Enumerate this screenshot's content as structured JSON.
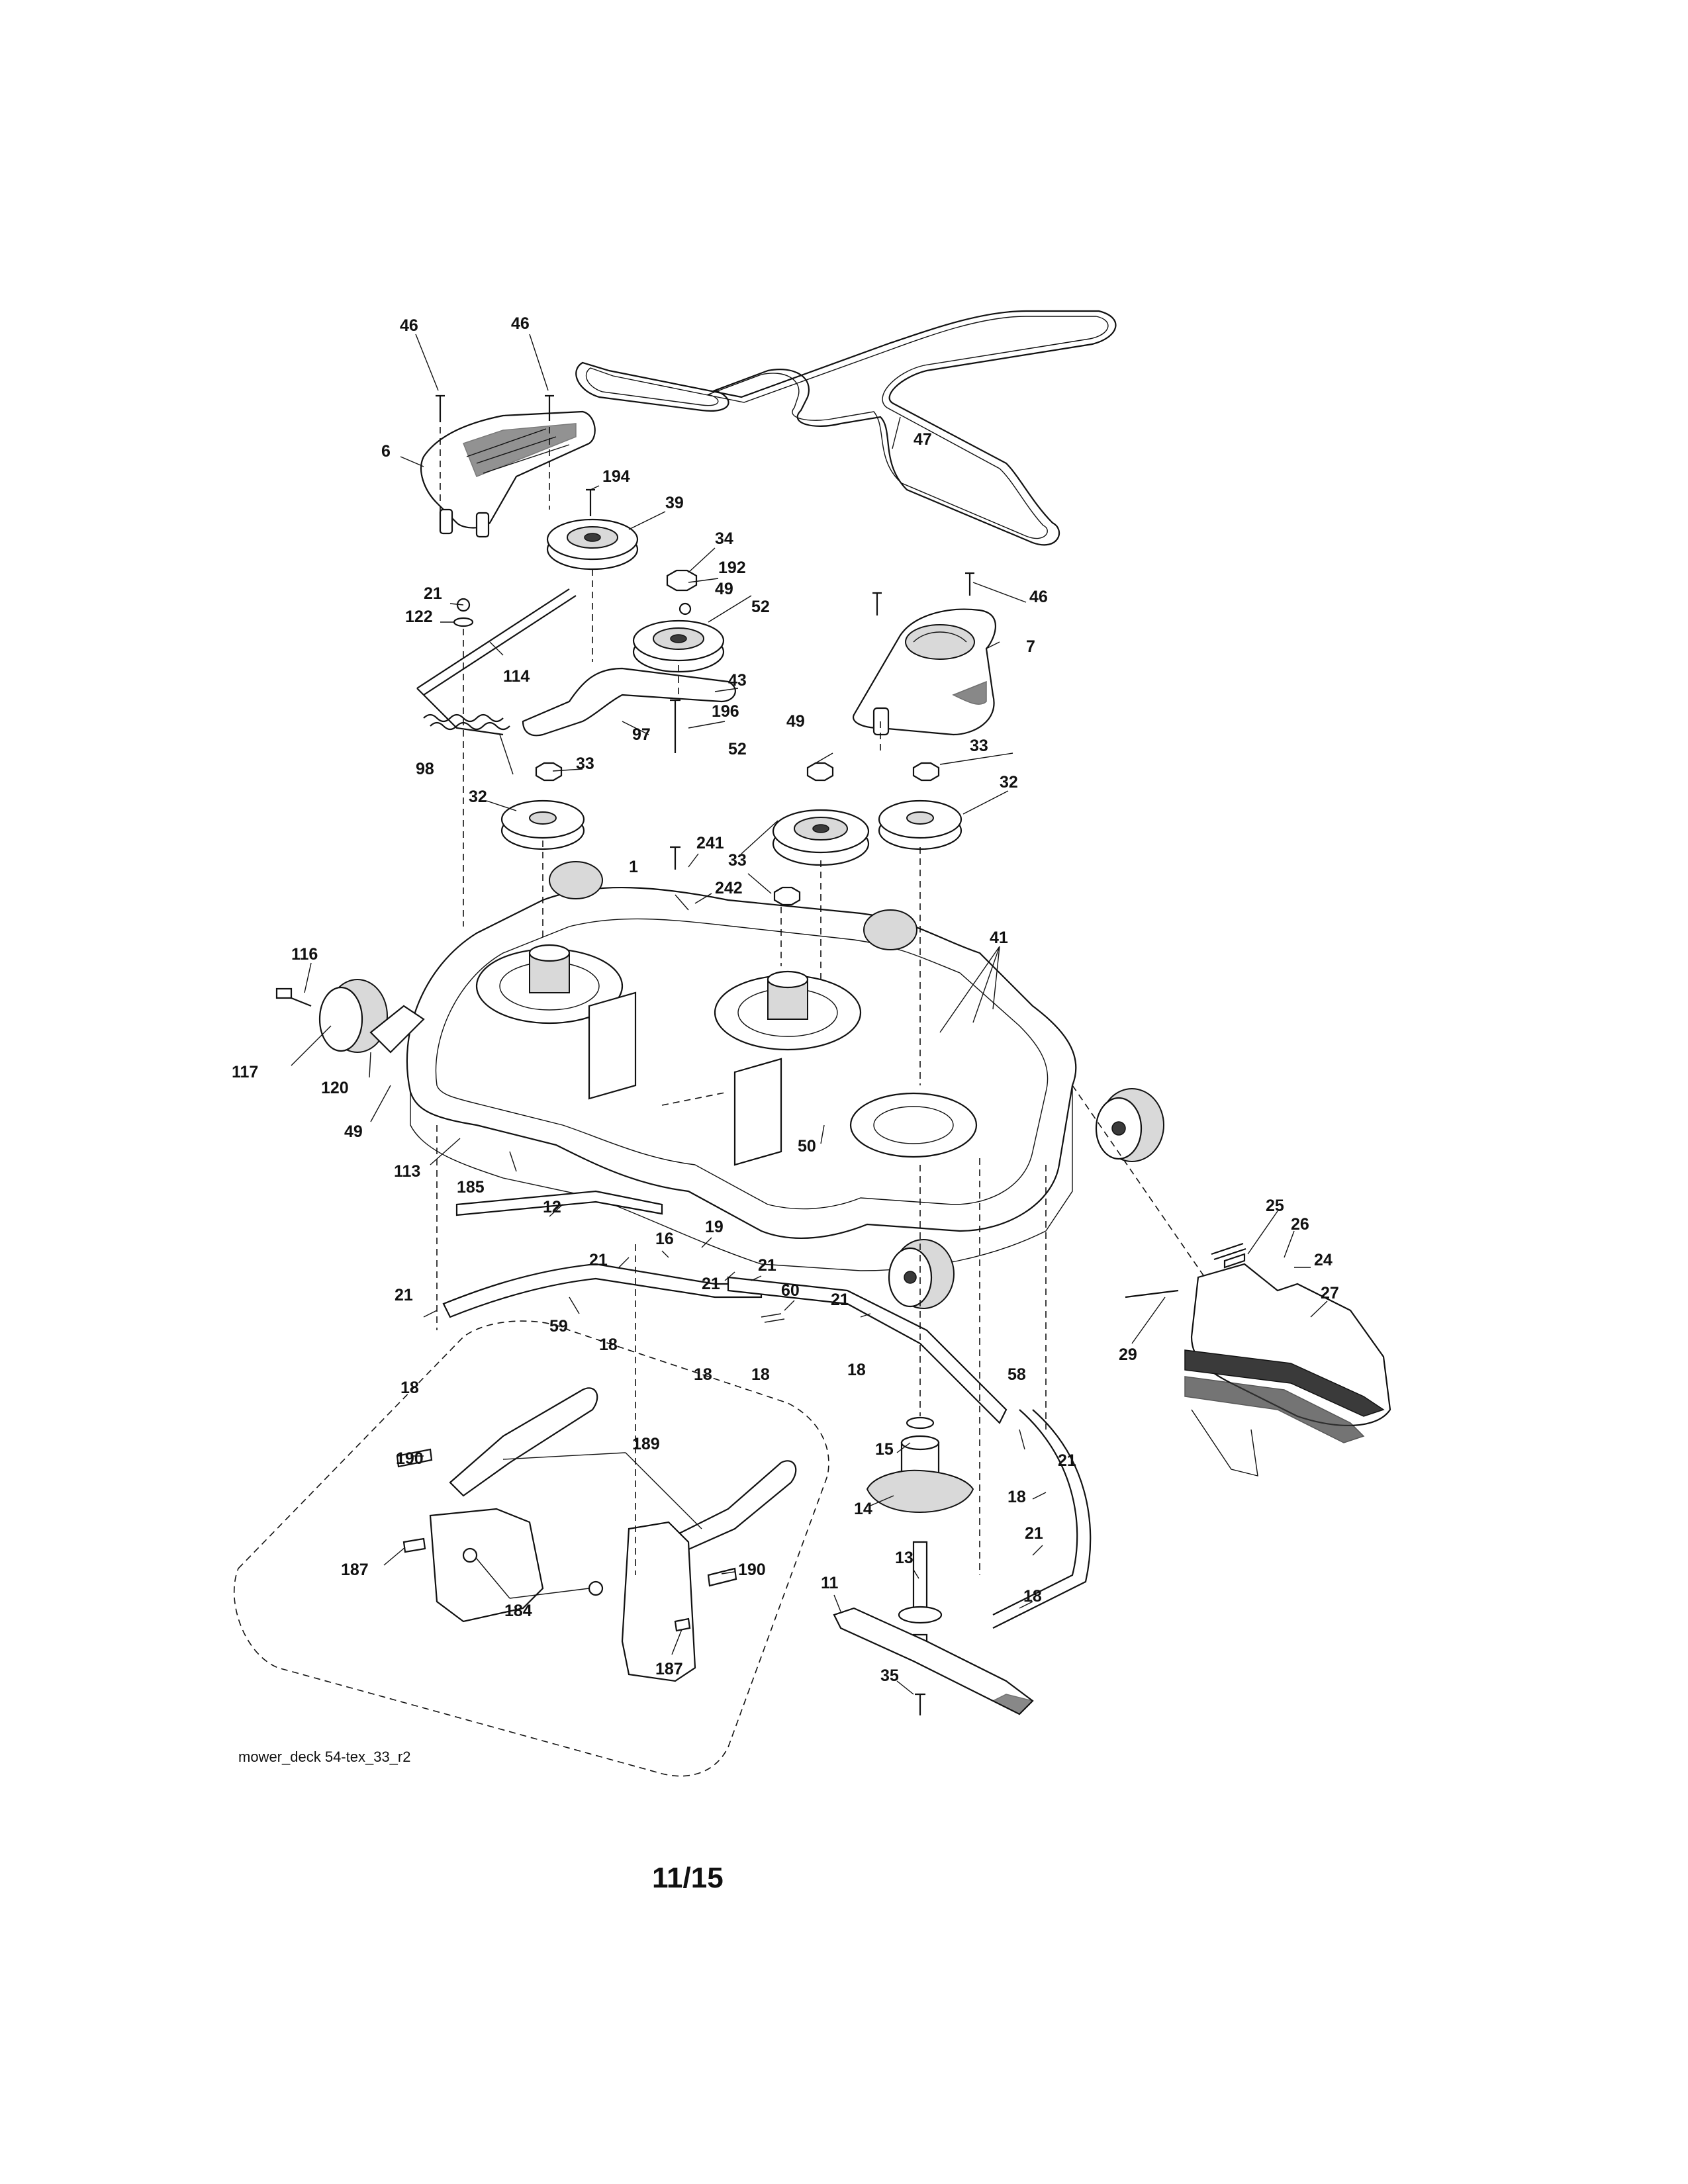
{
  "diagram": {
    "caption": "mower_deck 54-tex_33_r2",
    "page_number": "11/15",
    "part_labels": [
      "46",
      "46",
      "6",
      "194",
      "39",
      "34",
      "192",
      "49",
      "52",
      "47",
      "46",
      "7",
      "21",
      "122",
      "114",
      "43",
      "196",
      "97",
      "98",
      "33",
      "32",
      "49",
      "52",
      "33",
      "32",
      "241",
      "242",
      "33",
      "1",
      "41",
      "116",
      "117",
      "120",
      "49",
      "113",
      "185",
      "50",
      "12",
      "16",
      "19",
      "21",
      "21",
      "21",
      "21",
      "21",
      "59",
      "60",
      "18",
      "18",
      "18",
      "18",
      "18",
      "15",
      "58",
      "21",
      "14",
      "18",
      "13",
      "21",
      "11",
      "18",
      "35",
      "25",
      "26",
      "24",
      "27",
      "29",
      "190",
      "189",
      "187",
      "184",
      "190",
      "187"
    ]
  }
}
